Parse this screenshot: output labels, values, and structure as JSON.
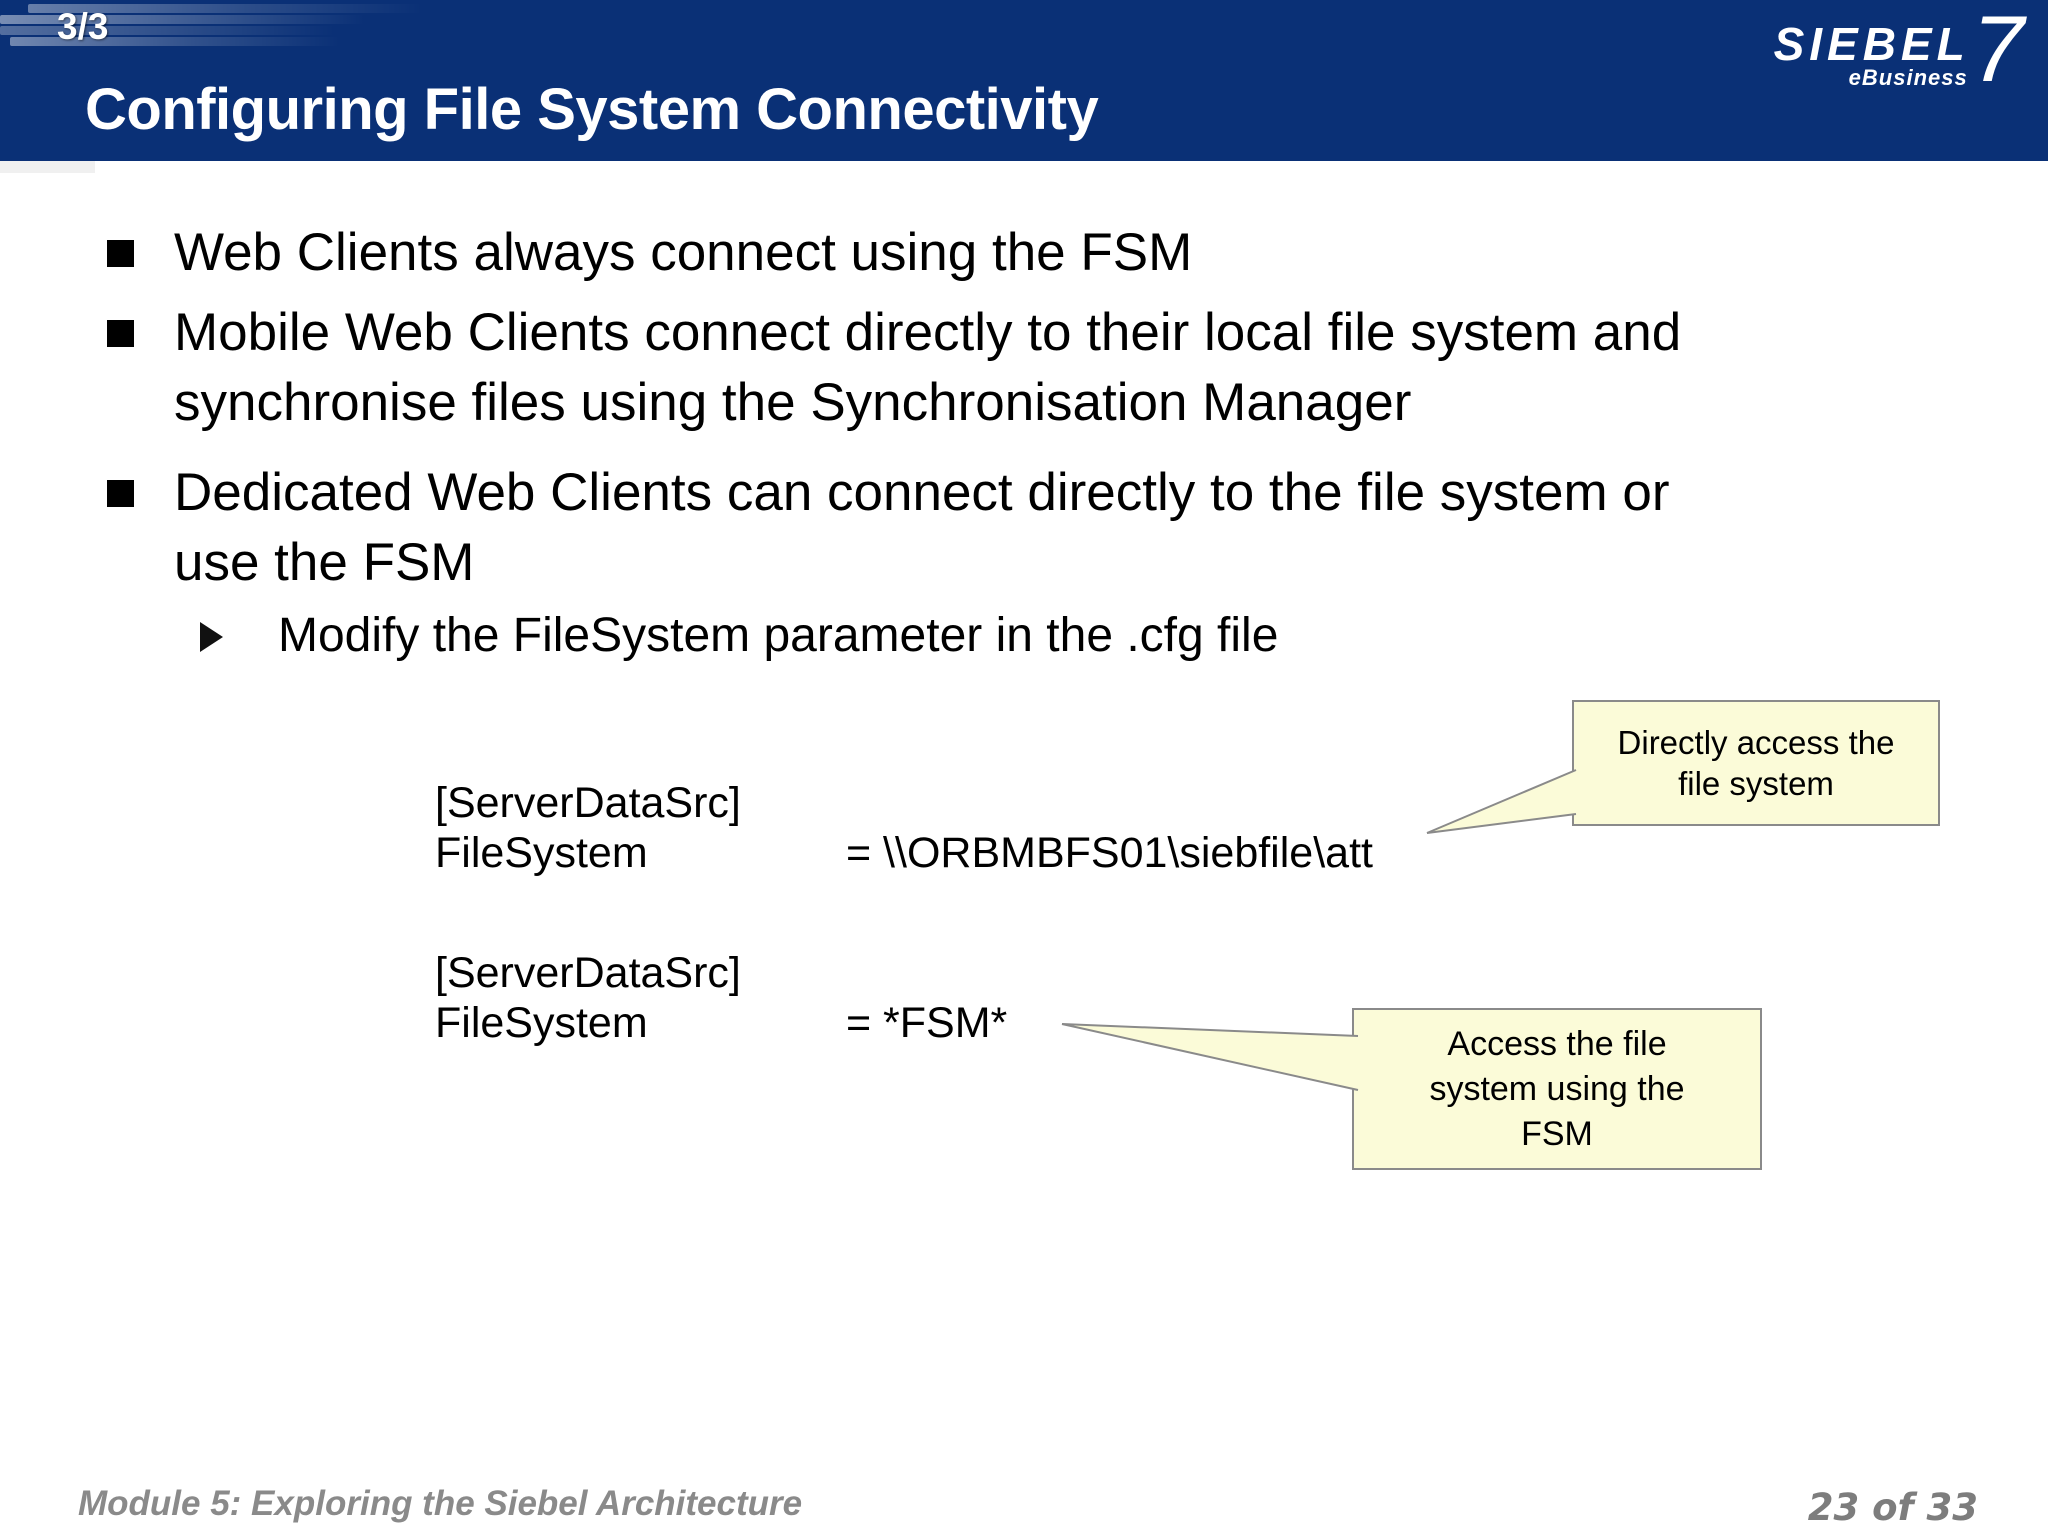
{
  "slide": {
    "page_indicator": "3/3",
    "logo": {
      "brand": "SIEBEL",
      "tagline": "eBusiness",
      "version": "7"
    },
    "title": "Configuring File System Connectivity",
    "bullets": [
      {
        "lines": [
          "Web Clients always connect using the FSM"
        ]
      },
      {
        "lines": [
          "Mobile Web Clients connect directly to their local file system and",
          "synchronise files using the Synchronisation Manager"
        ]
      },
      {
        "lines": [
          "Dedicated Web Clients can connect directly to the file system or",
          "use the FSM"
        ]
      }
    ],
    "sub_bullet": "Modify the FileSystem parameter in the .cfg file",
    "code_blocks": [
      {
        "section": "[ServerDataSrc]",
        "param": "FileSystem",
        "value": "= \\\\ORBMBFS01\\siebfile\\att"
      },
      {
        "section": "[ServerDataSrc]",
        "param": "FileSystem",
        "value": "= *FSM*"
      }
    ],
    "callouts": [
      {
        "lines": [
          "Directly access the",
          "file system"
        ]
      },
      {
        "lines": [
          "Access the file",
          "system using the",
          "FSM"
        ]
      }
    ],
    "footer": {
      "left": "Module 5: Exploring the Siebel Architecture",
      "right": "23 of 33"
    },
    "colors": {
      "header_bg": "#0a3076",
      "callout_bg": "#fbfbd8",
      "callout_border": "#8a8a8a",
      "text": "#000000",
      "footer_text": "#8a8a8a"
    }
  }
}
